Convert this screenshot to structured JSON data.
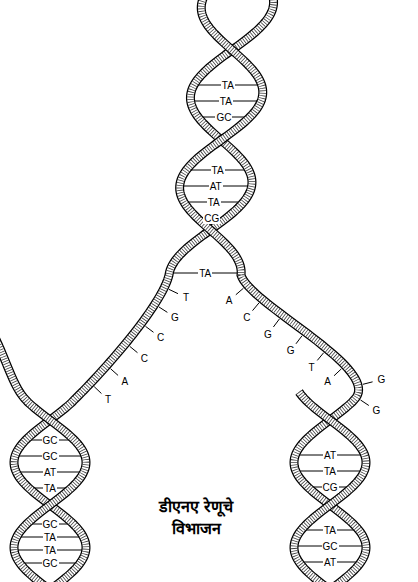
{
  "diagram": {
    "caption": "डीएनए रेणूचे विभाजन",
    "labels": [
      "TA",
      "TA",
      "GC",
      "TA",
      "AT",
      "TA",
      "CG",
      "TA",
      "T",
      "G",
      "C",
      "C",
      "A",
      "T",
      "A",
      "C",
      "G",
      "G",
      "T",
      "A",
      "G",
      "G",
      "GC",
      "GC",
      "AT",
      "TA",
      "GC",
      "TA",
      "TA",
      "GC",
      "AT",
      "TA",
      "CG",
      "TA",
      "GC",
      "AT"
    ]
  }
}
